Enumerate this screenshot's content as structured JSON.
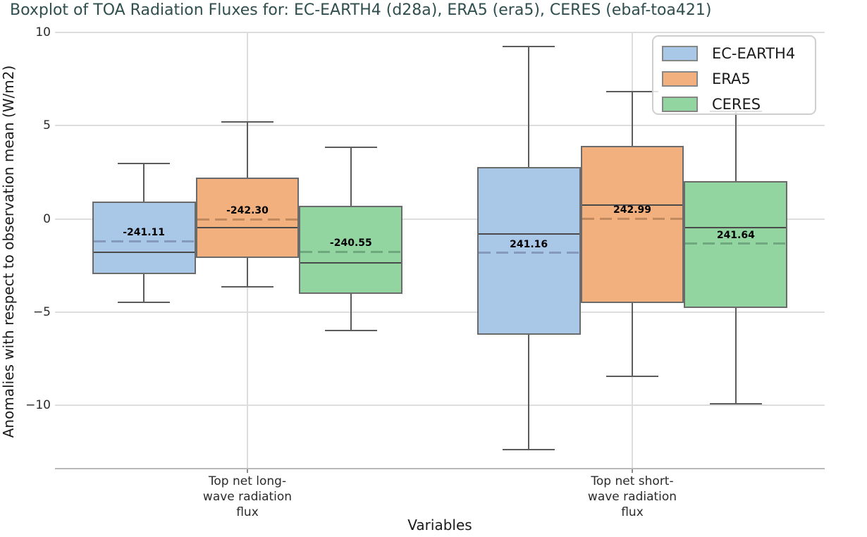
{
  "chart_data": {
    "type": "boxplot",
    "title": "Boxplot of TOA Radiation Fluxes for: EC-EARTH4 (d28a), ERA5 (era5), CERES (ebaf-toa421)",
    "xlabel": "Variables",
    "ylabel": "Anomalies with respect to observation mean (W/m2)",
    "ylim": [
      -13.4,
      10
    ],
    "yticks": [
      10,
      5,
      0,
      -5,
      -10
    ],
    "grid": "horizontal gridlines at yticks, vertical gridline at each category",
    "legend_position": "upper right",
    "categories": [
      {
        "id": "longwave",
        "label": "Top net long-wave radiation flux",
        "label_lines": [
          "Top net long-",
          "wave radiation",
          "flux"
        ]
      },
      {
        "id": "shortwave",
        "label": "Top net short-wave radiation flux",
        "label_lines": [
          "Top net short-",
          "wave radiation",
          "flux"
        ]
      }
    ],
    "series": [
      {
        "name": "EC-EARTH4",
        "fill": "#a9c7e7",
        "edge": "#6b6b6b",
        "mean_line_color": "#8499bb",
        "boxes": [
          {
            "category": "Top net long-wave radiation flux",
            "whisker_low": -4.48,
            "q1": -2.97,
            "median": -1.78,
            "mean": -1.19,
            "q3": 0.93,
            "whisker_high": 2.95,
            "mean_label": "-241.11"
          },
          {
            "category": "Top net short-wave radiation flux",
            "whisker_low": -12.38,
            "q1": -6.22,
            "median": -0.81,
            "mean": -1.83,
            "q3": 2.78,
            "whisker_high": 9.24,
            "mean_label": "241.16"
          }
        ]
      },
      {
        "name": "ERA5",
        "fill": "#f2b07e",
        "edge": "#6b6b6b",
        "mean_line_color": "#c18a5e",
        "boxes": [
          {
            "category": "Top net long-wave radiation flux",
            "whisker_low": -3.65,
            "q1": -2.08,
            "median": -0.47,
            "mean": -0.02,
            "q3": 2.21,
            "whisker_high": 5.2,
            "mean_label": "-242.30"
          },
          {
            "category": "Top net short-wave radiation flux",
            "whisker_low": -8.45,
            "q1": -4.52,
            "median": 0.74,
            "mean": 0.02,
            "q3": 3.91,
            "whisker_high": 6.82,
            "mean_label": "242.99"
          }
        ]
      },
      {
        "name": "CERES",
        "fill": "#92d5a1",
        "edge": "#6b6b6b",
        "mean_line_color": "#6fa87e",
        "boxes": [
          {
            "category": "Top net long-wave radiation flux",
            "whisker_low": -5.99,
            "q1": -4.03,
            "median": -2.36,
            "mean": -1.76,
            "q3": 0.7,
            "whisker_high": 3.82,
            "mean_label": "-240.55"
          },
          {
            "category": "Top net short-wave radiation flux",
            "whisker_low": -9.92,
            "q1": -4.78,
            "median": -0.47,
            "mean": -1.34,
            "q3": 2.02,
            "whisker_high": 5.77,
            "mean_label": "241.64"
          }
        ]
      }
    ]
  }
}
